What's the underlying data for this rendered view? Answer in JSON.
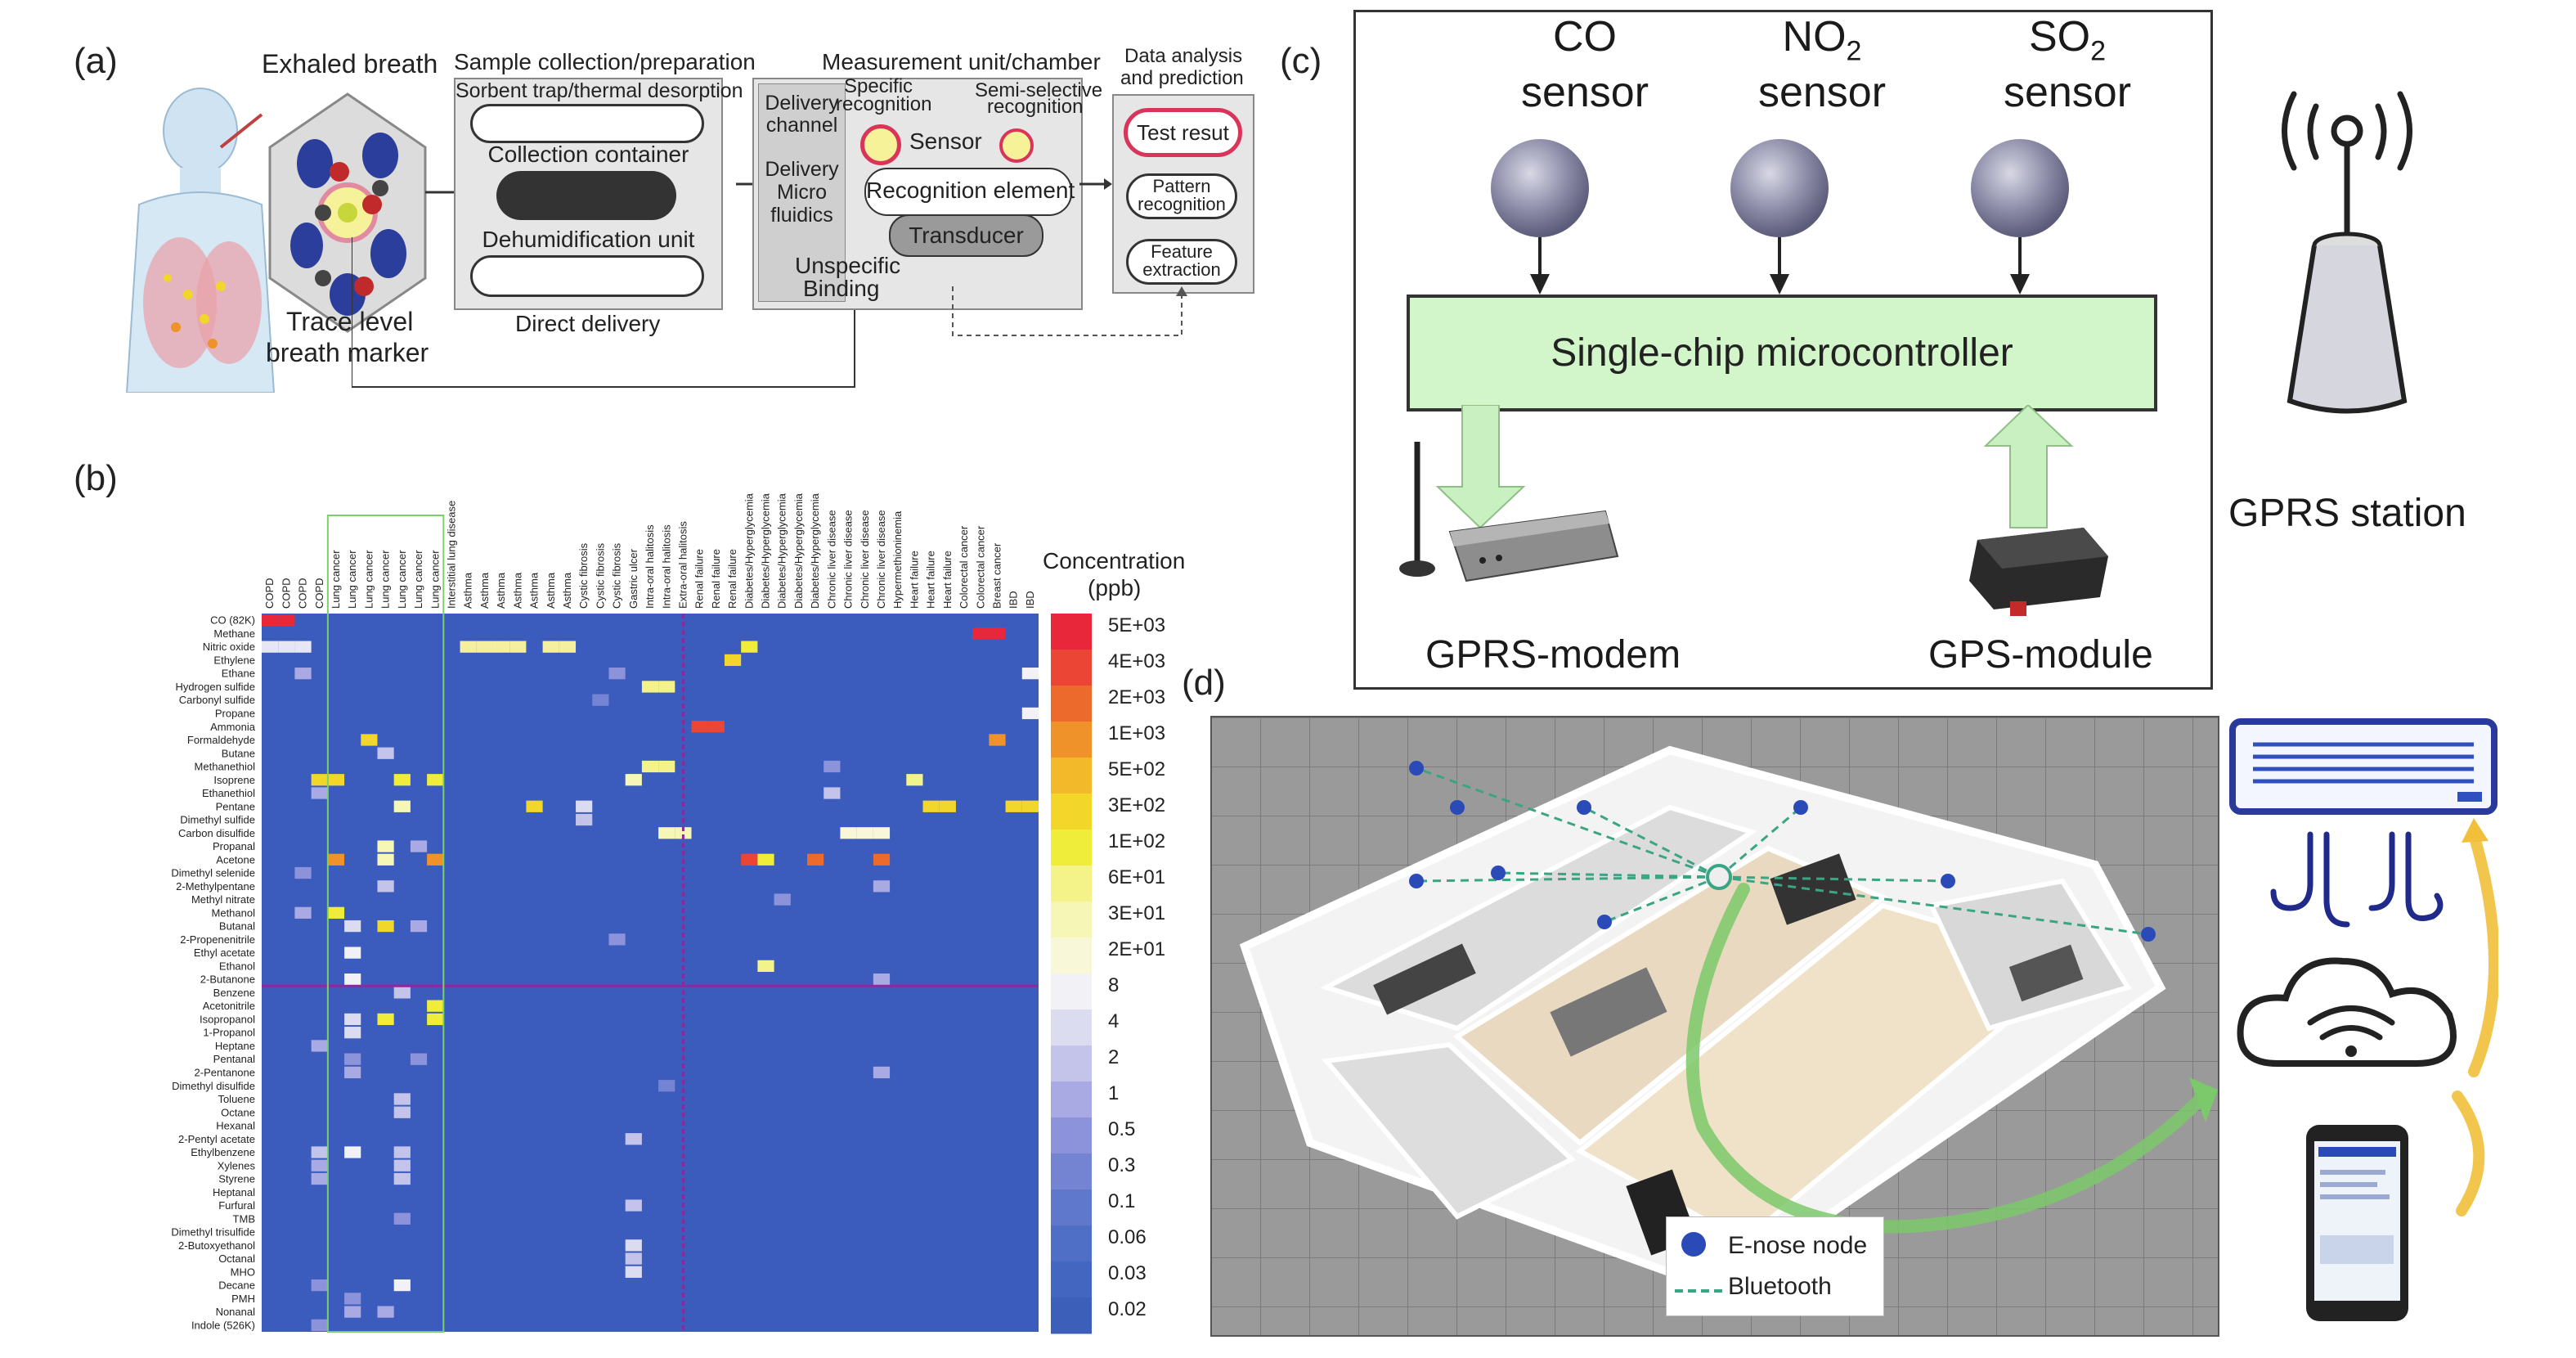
{
  "panels": {
    "a": "(a)",
    "b": "(b)",
    "c": "(c)",
    "d": "(d)"
  },
  "panel_a": {
    "exhaled_breath": "Exhaled breath",
    "trace_level_1": "Trace level",
    "trace_level_2": "breath marker",
    "sample_title": "Sample collection/preparation",
    "sorbent": "Sorbent trap/thermal desorption",
    "collection_container": "Collection container",
    "dehumidification": "Dehumidification unit",
    "direct_delivery": "Direct delivery",
    "measurement_title": "Measurement unit/chamber",
    "specific_1": "Specific",
    "specific_2": "recognition",
    "semi_1": "Semi-selective",
    "semi_2": "recognition",
    "sensor": "Sensor",
    "recognition_element": "Recognition element",
    "transducer": "Transducer",
    "unspecific_1": "Unspecific",
    "unspecific_2": "Binding",
    "delivery_channel_1": "Delivery",
    "delivery_channel_2": "channel",
    "delivery_micro_1": "Delivery",
    "delivery_micro_2": "Micro",
    "delivery_micro_3": "fluidics",
    "data_title_1": "Data analysis",
    "data_title_2": "and prediction",
    "test_result": "Test resut",
    "pattern_1": "Pattern",
    "pattern_2": "recognition",
    "feature_1": "Feature",
    "feature_2": "extraction"
  },
  "panel_b": {
    "concentration_title_1": "Concentration",
    "concentration_title_2": "(ppb)",
    "diseases": [
      "COPD",
      "COPD",
      "COPD",
      "COPD",
      "Lung cancer",
      "Lung cancer",
      "Lung cancer",
      "Lung cancer",
      "Lung cancer",
      "Lung cancer",
      "Lung cancer",
      "Interstitial lung disease",
      "Asthma",
      "Asthma",
      "Asthma",
      "Asthma",
      "Asthma",
      "Asthma",
      "Asthma",
      "Cystic fibrosis",
      "Cystic fibrosis",
      "Cystic fibrosis",
      "Gastric ulcer",
      "Intra-oral halitosis",
      "Intra-oral halitosis",
      "Extra-oral halitosis",
      "Renal failure",
      "Renal failure",
      "Renal failure",
      "Diabetes/Hyperglycemia",
      "Diabetes/Hyperglycemia",
      "Diabetes/Hyperglycemia",
      "Diabetes/Hyperglycemia",
      "Diabetes/Hyperglycemia",
      "Chronic liver disease",
      "Chronic liver disease",
      "Chronic liver disease",
      "Chronic liver disease",
      "Hypermethioninemia",
      "Heart failure",
      "Heart failure",
      "Heart failure",
      "Colorectal cancer",
      "Colorectal cancer",
      "Breast cancer",
      "IBD",
      "IBD"
    ],
    "compounds": [
      "CO (82K)",
      "Methane",
      "Nitric oxide",
      "Ethylene",
      "Ethane",
      "Hydrogen sulfide",
      "Carbonyl sulfide",
      "Propane",
      "Ammonia",
      "Formaldehyde",
      "Butane",
      "Methanethiol",
      "Isoprene",
      "Ethanethiol",
      "Pentane",
      "Dimethyl sulfide",
      "Carbon disulfide",
      "Propanal",
      "Acetone",
      "Dimethyl selenide",
      "2-Methylpentane",
      "Methyl nitrate",
      "Methanol",
      "Butanal",
      "2-Propenenitrile",
      "Ethyl acetate",
      "Ethanol",
      "2-Butanone",
      "Benzene",
      "Acetonitrile",
      "Isopropanol",
      "1-Propanol",
      "Heptane",
      "Pentanal",
      "2-Pentanone",
      "Dimethyl disulfide",
      "Toluene",
      "Octane",
      "Hexanal",
      "2-Pentyl acetate",
      "Ethylbenzene",
      "Xylenes",
      "Styrene",
      "Heptanal",
      "Furfural",
      "TMB",
      "Dimethyl trisulfide",
      "2-Butoxyethanol",
      "Octanal",
      "MHO",
      "Decane",
      "PMH",
      "Nonanal",
      "Indole (526K)"
    ],
    "ticks": [
      "5E+03",
      "4E+03",
      "2E+03",
      "1E+03",
      "5E+02",
      "3E+02",
      "1E+02",
      "6E+01",
      "3E+01",
      "2E+01",
      "8",
      "4",
      "2",
      "1",
      "0.5",
      "0.3",
      "0.1",
      "0.06",
      "0.03",
      "0.02"
    ],
    "tick_colors": [
      "#e8283a",
      "#ea4535",
      "#ec6a2c",
      "#f0922a",
      "#f2b92a",
      "#f2d62a",
      "#f0ec3a",
      "#f3f38a",
      "#f6f6b6",
      "#f8f8d8",
      "#f1f1f6",
      "#dcdcf0",
      "#c4c4ea",
      "#a9a9e3",
      "#8d93db",
      "#7484d3",
      "#5f78cc",
      "#4f6fc6",
      "#4366c0",
      "#3c5fb9"
    ],
    "base_color": "#3b5bbd",
    "cells": [
      [
        0,
        0,
        "#e8283a"
      ],
      [
        0,
        1,
        "#e8283a"
      ],
      [
        1,
        43,
        "#e8283a"
      ],
      [
        1,
        44,
        "#e8283a"
      ],
      [
        2,
        0,
        "#e6e6f4"
      ],
      [
        2,
        1,
        "#e6e6f4"
      ],
      [
        2,
        2,
        "#e6e6f4"
      ],
      [
        2,
        12,
        "#f5f0a0"
      ],
      [
        2,
        13,
        "#f5f0a0"
      ],
      [
        2,
        14,
        "#f5f0a0"
      ],
      [
        2,
        15,
        "#f5f0a0"
      ],
      [
        2,
        17,
        "#f5f0a0"
      ],
      [
        2,
        18,
        "#f5f0a0"
      ],
      [
        2,
        29,
        "#f0ec3a"
      ],
      [
        3,
        28,
        "#f2d62a"
      ],
      [
        4,
        2,
        "#a9a9e3"
      ],
      [
        4,
        21,
        "#8d93db"
      ],
      [
        4,
        46,
        "#f1f1f6"
      ],
      [
        5,
        23,
        "#f3f38a"
      ],
      [
        5,
        24,
        "#f3f38a"
      ],
      [
        6,
        20,
        "#7484d3"
      ],
      [
        7,
        46,
        "#f1f1f6"
      ],
      [
        8,
        26,
        "#ea4535"
      ],
      [
        8,
        27,
        "#ea4535"
      ],
      [
        9,
        6,
        "#f2d62a"
      ],
      [
        9,
        44,
        "#f0922a"
      ],
      [
        10,
        7,
        "#c4c4ea"
      ],
      [
        11,
        23,
        "#f3f38a"
      ],
      [
        11,
        24,
        "#f3f38a"
      ],
      [
        11,
        34,
        "#8d93db"
      ],
      [
        12,
        3,
        "#f2d62a"
      ],
      [
        12,
        4,
        "#f2d62a"
      ],
      [
        12,
        8,
        "#f0ec3a"
      ],
      [
        12,
        10,
        "#f0ec3a"
      ],
      [
        12,
        22,
        "#f6f6b6"
      ],
      [
        12,
        39,
        "#f3f38a"
      ],
      [
        13,
        3,
        "#a9a9e3"
      ],
      [
        13,
        34,
        "#c4c4ea"
      ],
      [
        14,
        8,
        "#f6f6b6"
      ],
      [
        14,
        16,
        "#f2d62a"
      ],
      [
        14,
        19,
        "#dcdcf0"
      ],
      [
        14,
        40,
        "#f2d62a"
      ],
      [
        14,
        41,
        "#f2d62a"
      ],
      [
        14,
        45,
        "#f2d62a"
      ],
      [
        14,
        46,
        "#f2d62a"
      ],
      [
        15,
        19,
        "#c4c4ea"
      ],
      [
        16,
        24,
        "#f6f6b6"
      ],
      [
        16,
        25,
        "#f6f6b6"
      ],
      [
        16,
        35,
        "#f8f8d8"
      ],
      [
        16,
        36,
        "#f8f8d8"
      ],
      [
        16,
        37,
        "#f8f8d8"
      ],
      [
        17,
        7,
        "#f6f6b6"
      ],
      [
        17,
        9,
        "#a9a9e3"
      ],
      [
        18,
        4,
        "#f0922a"
      ],
      [
        18,
        7,
        "#f6f6b6"
      ],
      [
        18,
        10,
        "#f0922a"
      ],
      [
        18,
        29,
        "#ea4535"
      ],
      [
        18,
        30,
        "#f0ec3a"
      ],
      [
        18,
        33,
        "#ec6a2c"
      ],
      [
        18,
        37,
        "#ec6a2c"
      ],
      [
        19,
        2,
        "#8d93db"
      ],
      [
        20,
        7,
        "#c4c4ea"
      ],
      [
        20,
        37,
        "#a9a9e3"
      ],
      [
        21,
        31,
        "#8d93db"
      ],
      [
        22,
        4,
        "#f0ec3a"
      ],
      [
        22,
        2,
        "#a9a9e3"
      ],
      [
        23,
        5,
        "#dcdcf0"
      ],
      [
        23,
        7,
        "#f2d62a"
      ],
      [
        23,
        9,
        "#a9a9e3"
      ],
      [
        24,
        21,
        "#8d93db"
      ],
      [
        25,
        5,
        "#f1f1f6"
      ],
      [
        26,
        30,
        "#f3f38a"
      ],
      [
        27,
        5,
        "#f1f1f6"
      ],
      [
        27,
        37,
        "#a9a9e3"
      ],
      [
        28,
        8,
        "#c4c4ea"
      ],
      [
        29,
        10,
        "#f0ec3a"
      ],
      [
        30,
        5,
        "#dcdcf0"
      ],
      [
        30,
        7,
        "#f0ec3a"
      ],
      [
        30,
        10,
        "#f0ec3a"
      ],
      [
        31,
        5,
        "#dcdcf0"
      ],
      [
        32,
        3,
        "#a9a9e3"
      ],
      [
        33,
        5,
        "#8d93db"
      ],
      [
        33,
        9,
        "#8d93db"
      ],
      [
        34,
        5,
        "#a9a9e3"
      ],
      [
        34,
        37,
        "#a9a9e3"
      ],
      [
        35,
        24,
        "#7484d3"
      ],
      [
        36,
        8,
        "#c4c4ea"
      ],
      [
        37,
        8,
        "#c4c4ea"
      ],
      [
        39,
        22,
        "#c4c4ea"
      ],
      [
        40,
        3,
        "#c4c4ea"
      ],
      [
        40,
        5,
        "#f1f1f6"
      ],
      [
        40,
        8,
        "#c4c4ea"
      ],
      [
        41,
        3,
        "#a9a9e3"
      ],
      [
        41,
        8,
        "#c4c4ea"
      ],
      [
        42,
        3,
        "#a9a9e3"
      ],
      [
        42,
        8,
        "#c4c4ea"
      ],
      [
        44,
        22,
        "#c4c4ea"
      ],
      [
        45,
        8,
        "#8d93db"
      ],
      [
        47,
        22,
        "#dcdcf0"
      ],
      [
        48,
        22,
        "#c4c4ea"
      ],
      [
        49,
        22,
        "#dcdcf0"
      ],
      [
        50,
        3,
        "#8d93db"
      ],
      [
        50,
        8,
        "#f1f1f6"
      ],
      [
        51,
        5,
        "#8d93db"
      ],
      [
        52,
        5,
        "#a9a9e3"
      ],
      [
        52,
        7,
        "#a9a9e3"
      ],
      [
        53,
        3,
        "#8d93db"
      ]
    ]
  },
  "panel_c": {
    "co_1": "CO",
    "co_2": "sensor",
    "no2_1": "NO",
    "no2_sub": "2",
    "no2_2": "sensor",
    "so2_1": "SO",
    "so2_sub": "2",
    "so2_2": "sensor",
    "mcu": "Single-chip microcontroller",
    "gprs_modem": "GPRS-modem",
    "gps_module": "GPS-module",
    "gprs_station": "GPRS station"
  },
  "panel_d": {
    "enose_node": "E-nose node",
    "bluetooth": "Bluetooth"
  }
}
